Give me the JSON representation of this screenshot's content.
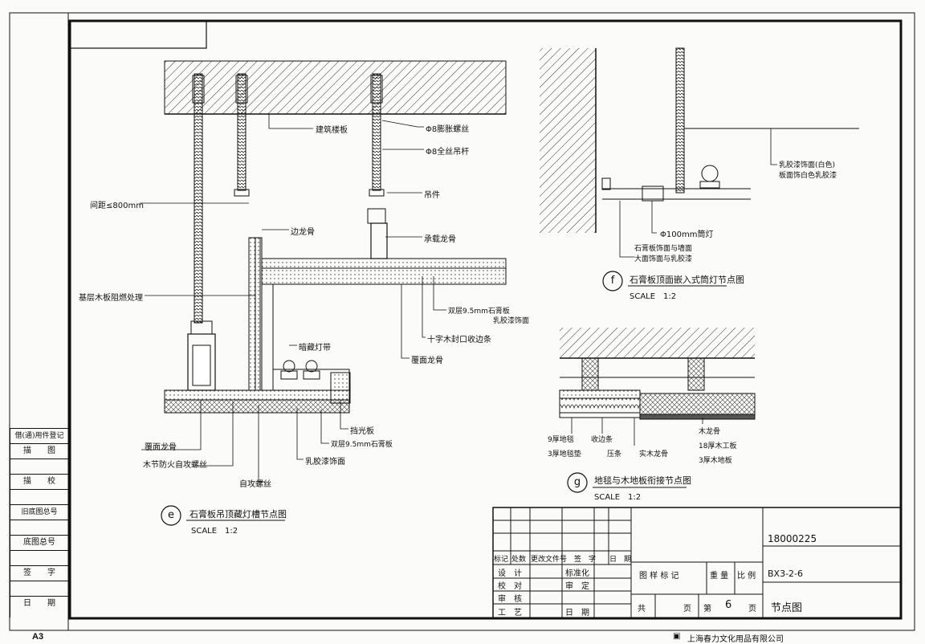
{
  "sheet": {
    "size_label": "A3",
    "vendor": "上海春力文化用品有限公司"
  },
  "register": {
    "header": "借(通)用件登记",
    "items": [
      "描　　图",
      "描　　校",
      "旧底图总号",
      "底图总号",
      "签　　字",
      "日　　期"
    ]
  },
  "detail_e": {
    "marker": "e",
    "title": "石膏板吊顶藏灯槽节点图",
    "scale": "SCALE　1:2",
    "labels": {
      "slab": "建筑楼板",
      "expansion_bolt": "Φ8膨胀螺丝",
      "rod": "Φ8全丝吊杆",
      "hanger": "吊件",
      "edge_keel": "边龙骨",
      "main_keel": "承载龙骨",
      "spacing": "间距≤800mm",
      "base_board": "基层木板阻燃处理",
      "double_gypsum": "双层9.5mm石膏板",
      "paint": "乳胶漆饰面",
      "wood_finish": "十字木封口收边条",
      "cover_keel": "覆面龙骨",
      "led": "暗藏灯带",
      "cover_keel_2": "覆面龙骨",
      "wood_trim": "木节防火自攻螺丝",
      "screw": "自攻螺丝",
      "paint_2": "乳胶漆饰面",
      "double_gypsum_2": "双层9.5mm石膏板",
      "shield": "挡光板"
    }
  },
  "detail_f": {
    "marker": "f",
    "title": "石膏板顶面嵌入式筒灯节点图",
    "scale": "SCALE　1:2",
    "labels": {
      "downlight": "Φ100mm筒灯",
      "edge_note_1": "石膏板饰面与墙面",
      "edge_note_2": "大面饰面与乳胶漆",
      "right_note_1": "乳胶漆饰面(白色)",
      "right_note_2": "板面饰白色乳胶漆"
    }
  },
  "detail_g": {
    "marker": "g",
    "title": "地毯与木地板衔接节点图",
    "scale": "SCALE　1:2",
    "labels": {
      "carpet": "9厚地毯",
      "underlay": "3厚地毯垫",
      "strip": "收边条",
      "trim": "压条",
      "substrate": "实木龙骨",
      "wood_keel": "木龙骨",
      "plywood": "18厚木工板",
      "floor": "3厚木地板"
    }
  },
  "title_block": {
    "header_cells": [
      "标记",
      "处数",
      "更改文件号",
      "签　字",
      "日　期"
    ],
    "left_rows": [
      [
        "设　计",
        "标准化"
      ],
      [
        "校　对",
        "审　定"
      ],
      [
        "审　核",
        ""
      ],
      [
        "工　艺",
        "日　期"
      ]
    ],
    "drawing_no": "18000225",
    "mark_label": "图 样 标 记",
    "weight_label": "重 量",
    "scale_label": "比 例",
    "material": "BX3-2-6",
    "total_label": "共",
    "page_label": "页",
    "sheet_label": "第",
    "sheet_no": "6",
    "sheet_page": "页",
    "name": "节点图"
  }
}
